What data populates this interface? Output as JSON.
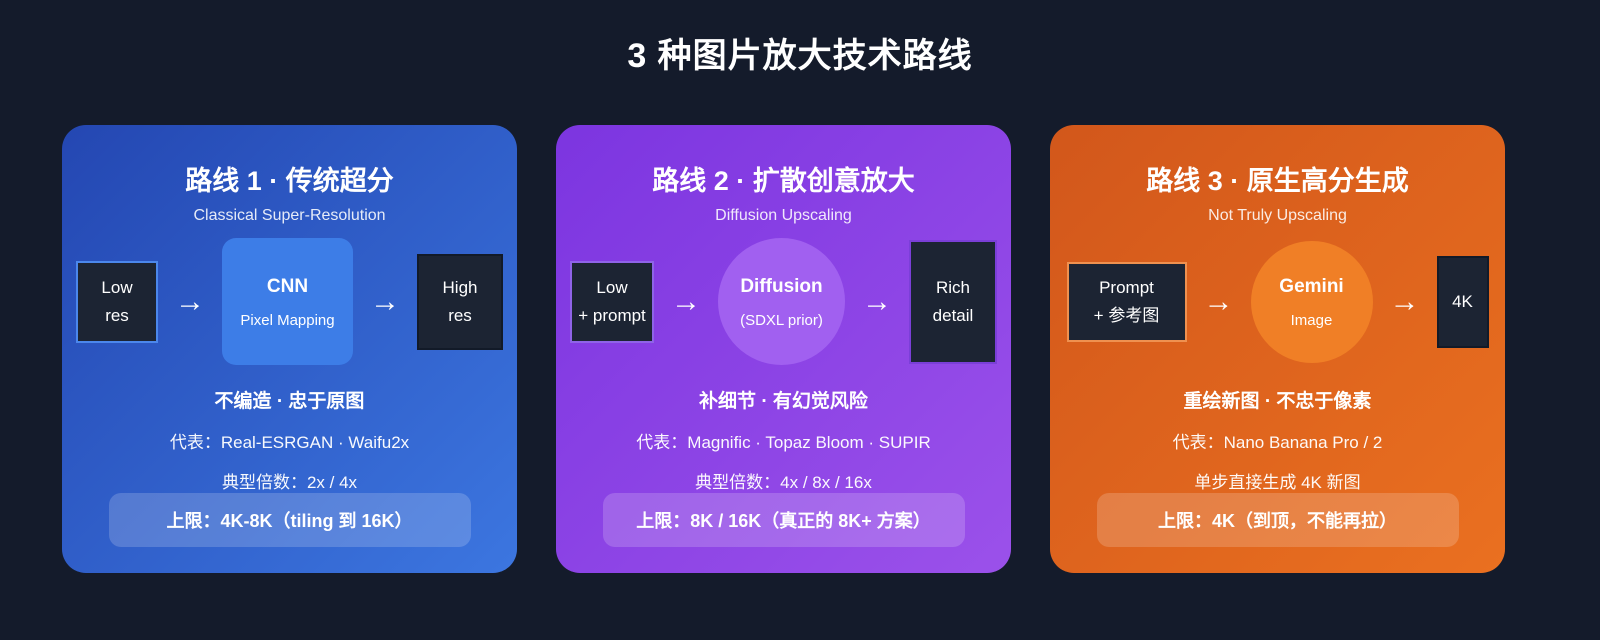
{
  "page": {
    "title": "3 种图片放大技术路线",
    "background_color": "#141b2b"
  },
  "cards": [
    {
      "id": "route-1",
      "title": "路线 1 · 传统超分",
      "subtitle": "Classical Super-Resolution",
      "accent_from": "#2447b2",
      "accent_to": "#3c76e0",
      "flow": {
        "input": {
          "line1": "Low",
          "line2": "res"
        },
        "arrow": "→",
        "process_title": "CNN",
        "process_subtitle": "Pixel Mapping",
        "output": {
          "line1": "High",
          "line2": "res"
        }
      },
      "keypoint": "不编造 · 忠于原图",
      "examples": "代表：Real-ESRGAN · Waifu2x",
      "detail": "典型倍数：2x / 4x",
      "limit": "上限：4K-8K（tiling 到 16K）"
    },
    {
      "id": "route-2",
      "title": "路线 2 · 扩散创意放大",
      "subtitle": "Diffusion Upscaling",
      "accent_from": "#7c35e0",
      "accent_to": "#9b51ea",
      "flow": {
        "input": {
          "line1": "Low",
          "line2": "+ prompt"
        },
        "arrow": "→",
        "process_title": "Diffusion",
        "process_subtitle": "(SDXL prior)",
        "output": {
          "line1": "Rich",
          "line2": "detail"
        }
      },
      "keypoint": "补细节 · 有幻觉风险",
      "examples": "代表：Magnific · Topaz Bloom · SUPIR",
      "detail": "典型倍数：4x / 8x / 16x",
      "limit": "上限：8K / 16K（真正的 8K+ 方案）"
    },
    {
      "id": "route-3",
      "title": "路线 3 · 原生高分生成",
      "subtitle": "Not Truly Upscaling",
      "accent_from": "#d2571b",
      "accent_to": "#ea7020",
      "flow": {
        "input": {
          "line1": "Prompt",
          "line2": "+ 参考图"
        },
        "arrow": "→",
        "process_title": "Gemini",
        "process_subtitle": "Image",
        "output": {
          "line1": "4K",
          "line2": ""
        }
      },
      "keypoint": "重绘新图 · 不忠于像素",
      "examples": "代表：Nano Banana Pro / 2",
      "detail": "单步直接生成 4K 新图",
      "limit": "上限：4K（到顶，不能再拉）"
    }
  ]
}
